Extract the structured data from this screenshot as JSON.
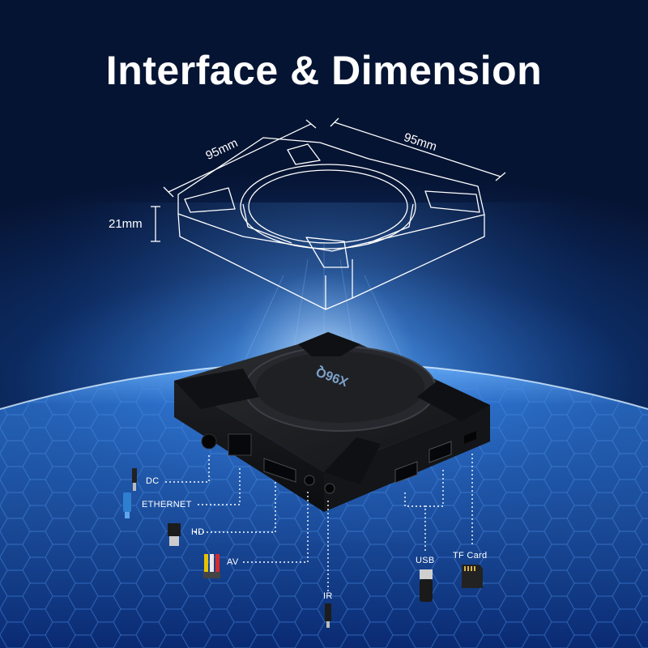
{
  "title": "Interface & Dimension",
  "dimensions": {
    "width": "95mm",
    "depth": "95mm",
    "height": "21mm"
  },
  "device": {
    "brand_label": "X96Q"
  },
  "ports": {
    "dc": "DC",
    "ethernet": "ETHERNET",
    "hd": "HD",
    "av": "AV",
    "ir": "IR",
    "usb": "USB",
    "tf_card": "TF Card"
  },
  "colors": {
    "background_deep": "#061433",
    "background_glow": "#3f8be0",
    "device_body": "#1b1c1f",
    "text": "#ffffff"
  }
}
